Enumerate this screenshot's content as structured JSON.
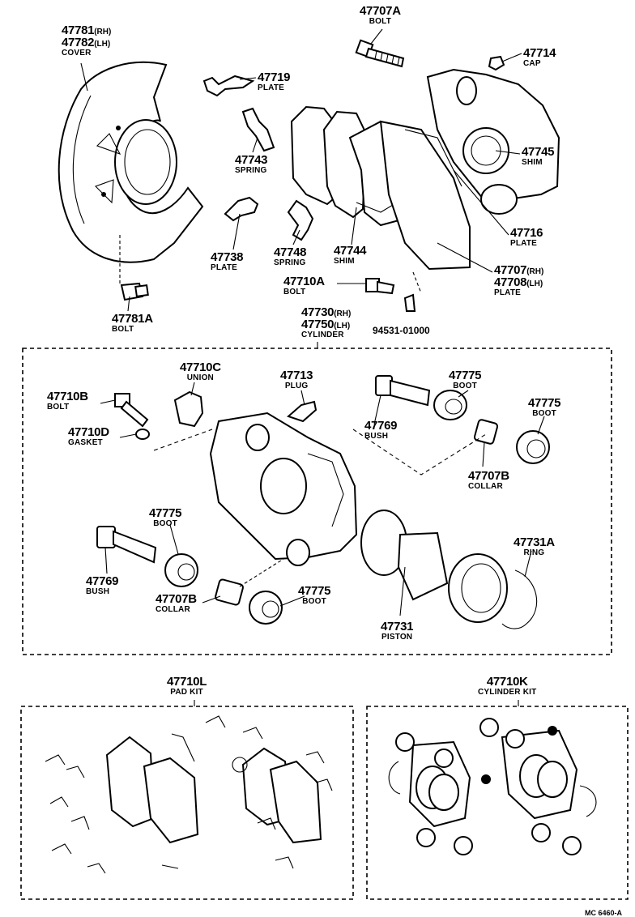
{
  "labels": {
    "cover": {
      "num1": "47781",
      "sfx1": "(RH)",
      "num2": "47782",
      "sfx2": "(LH)",
      "name": "COVER"
    },
    "bolt_47707a": {
      "num": "47707A",
      "name": "BOLT"
    },
    "cap_47714": {
      "num": "47714",
      "name": "CAP"
    },
    "plate_47719": {
      "num": "47719",
      "name": "PLATE"
    },
    "spring_47743": {
      "num": "47743",
      "name": "SPRING"
    },
    "shim_47745": {
      "num": "47745",
      "name": "SHIM"
    },
    "plate_47738": {
      "num": "47738",
      "name": "PLATE"
    },
    "spring_47748": {
      "num": "47748",
      "name": "SPRING"
    },
    "shim_47744": {
      "num": "47744",
      "name": "SHIM"
    },
    "plate_47716": {
      "num": "47716",
      "name": "PLATE"
    },
    "plate_47707": {
      "num1": "47707",
      "sfx1": "(RH)",
      "num2": "47708",
      "sfx2": "(LH)",
      "name": "PLATE"
    },
    "bolt_47710a": {
      "num": "47710A",
      "name": "BOLT"
    },
    "bolt_47781a": {
      "num": "47781A",
      "name": "BOLT"
    },
    "cylinder": {
      "num1": "47730",
      "sfx1": "(RH)",
      "num2": "47750",
      "sfx2": "(LH)",
      "name": "CYLINDER"
    },
    "pin_94531": {
      "num": "94531-01000"
    },
    "union_47710c": {
      "num": "47710C",
      "name": "UNION"
    },
    "plug_47713": {
      "num": "47713",
      "name": "PLUG"
    },
    "boot_47775_a": {
      "num": "47775",
      "name": "BOOT"
    },
    "boot_47775_b": {
      "num": "47775",
      "name": "BOOT"
    },
    "bolt_47710b": {
      "num": "47710B",
      "name": "BOLT"
    },
    "bush_47769_a": {
      "num": "47769",
      "name": "BUSH"
    },
    "gasket_47710d": {
      "num": "47710D",
      "name": "GASKET"
    },
    "collar_47707b_a": {
      "num": "47707B",
      "name": "COLLAR"
    },
    "boot_47775_c": {
      "num": "47775",
      "name": "BOOT"
    },
    "ring_47731a": {
      "num": "47731A",
      "name": "RING"
    },
    "bush_47769_b": {
      "num": "47769",
      "name": "BUSH"
    },
    "collar_47707b_b": {
      "num": "47707B",
      "name": "COLLAR"
    },
    "boot_47775_d": {
      "num": "47775",
      "name": "BOOT"
    },
    "piston_47731": {
      "num": "47731",
      "name": "PISTON"
    },
    "pad_kit": {
      "num": "47710L",
      "name": "PAD KIT"
    },
    "cylinder_kit": {
      "num": "47710K",
      "name": "CYLINDER KIT"
    }
  },
  "diagram_code": "MC 6460-A"
}
